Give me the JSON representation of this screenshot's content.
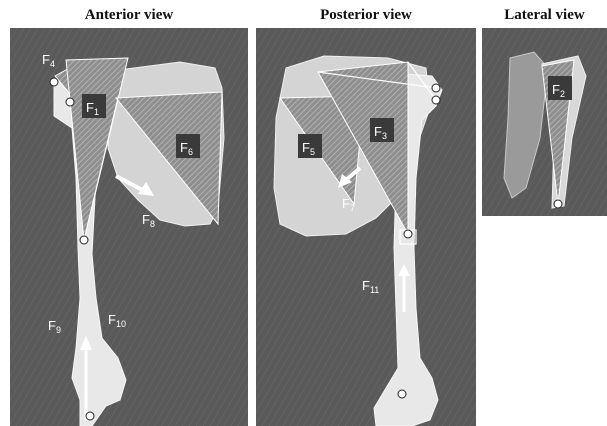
{
  "panels": [
    {
      "title": "Anterior view",
      "labels": [
        "F",
        "4",
        "F",
        "1",
        "F",
        "6",
        "F",
        "8",
        "F",
        "9",
        "F",
        "10"
      ]
    },
    {
      "title": "Posterior view",
      "labels": [
        "F",
        "5",
        "F",
        "3",
        "F",
        "7",
        "F",
        "11"
      ]
    },
    {
      "title": "Lateral view",
      "labels": [
        "F",
        "2"
      ]
    }
  ],
  "colors": {
    "panel_bg": "#5d5d5d",
    "bone": "#e6e6e6",
    "muscle_fill": "#a9a9a9",
    "label_box": "#3a3a3a",
    "arrow": "#ffffff"
  }
}
